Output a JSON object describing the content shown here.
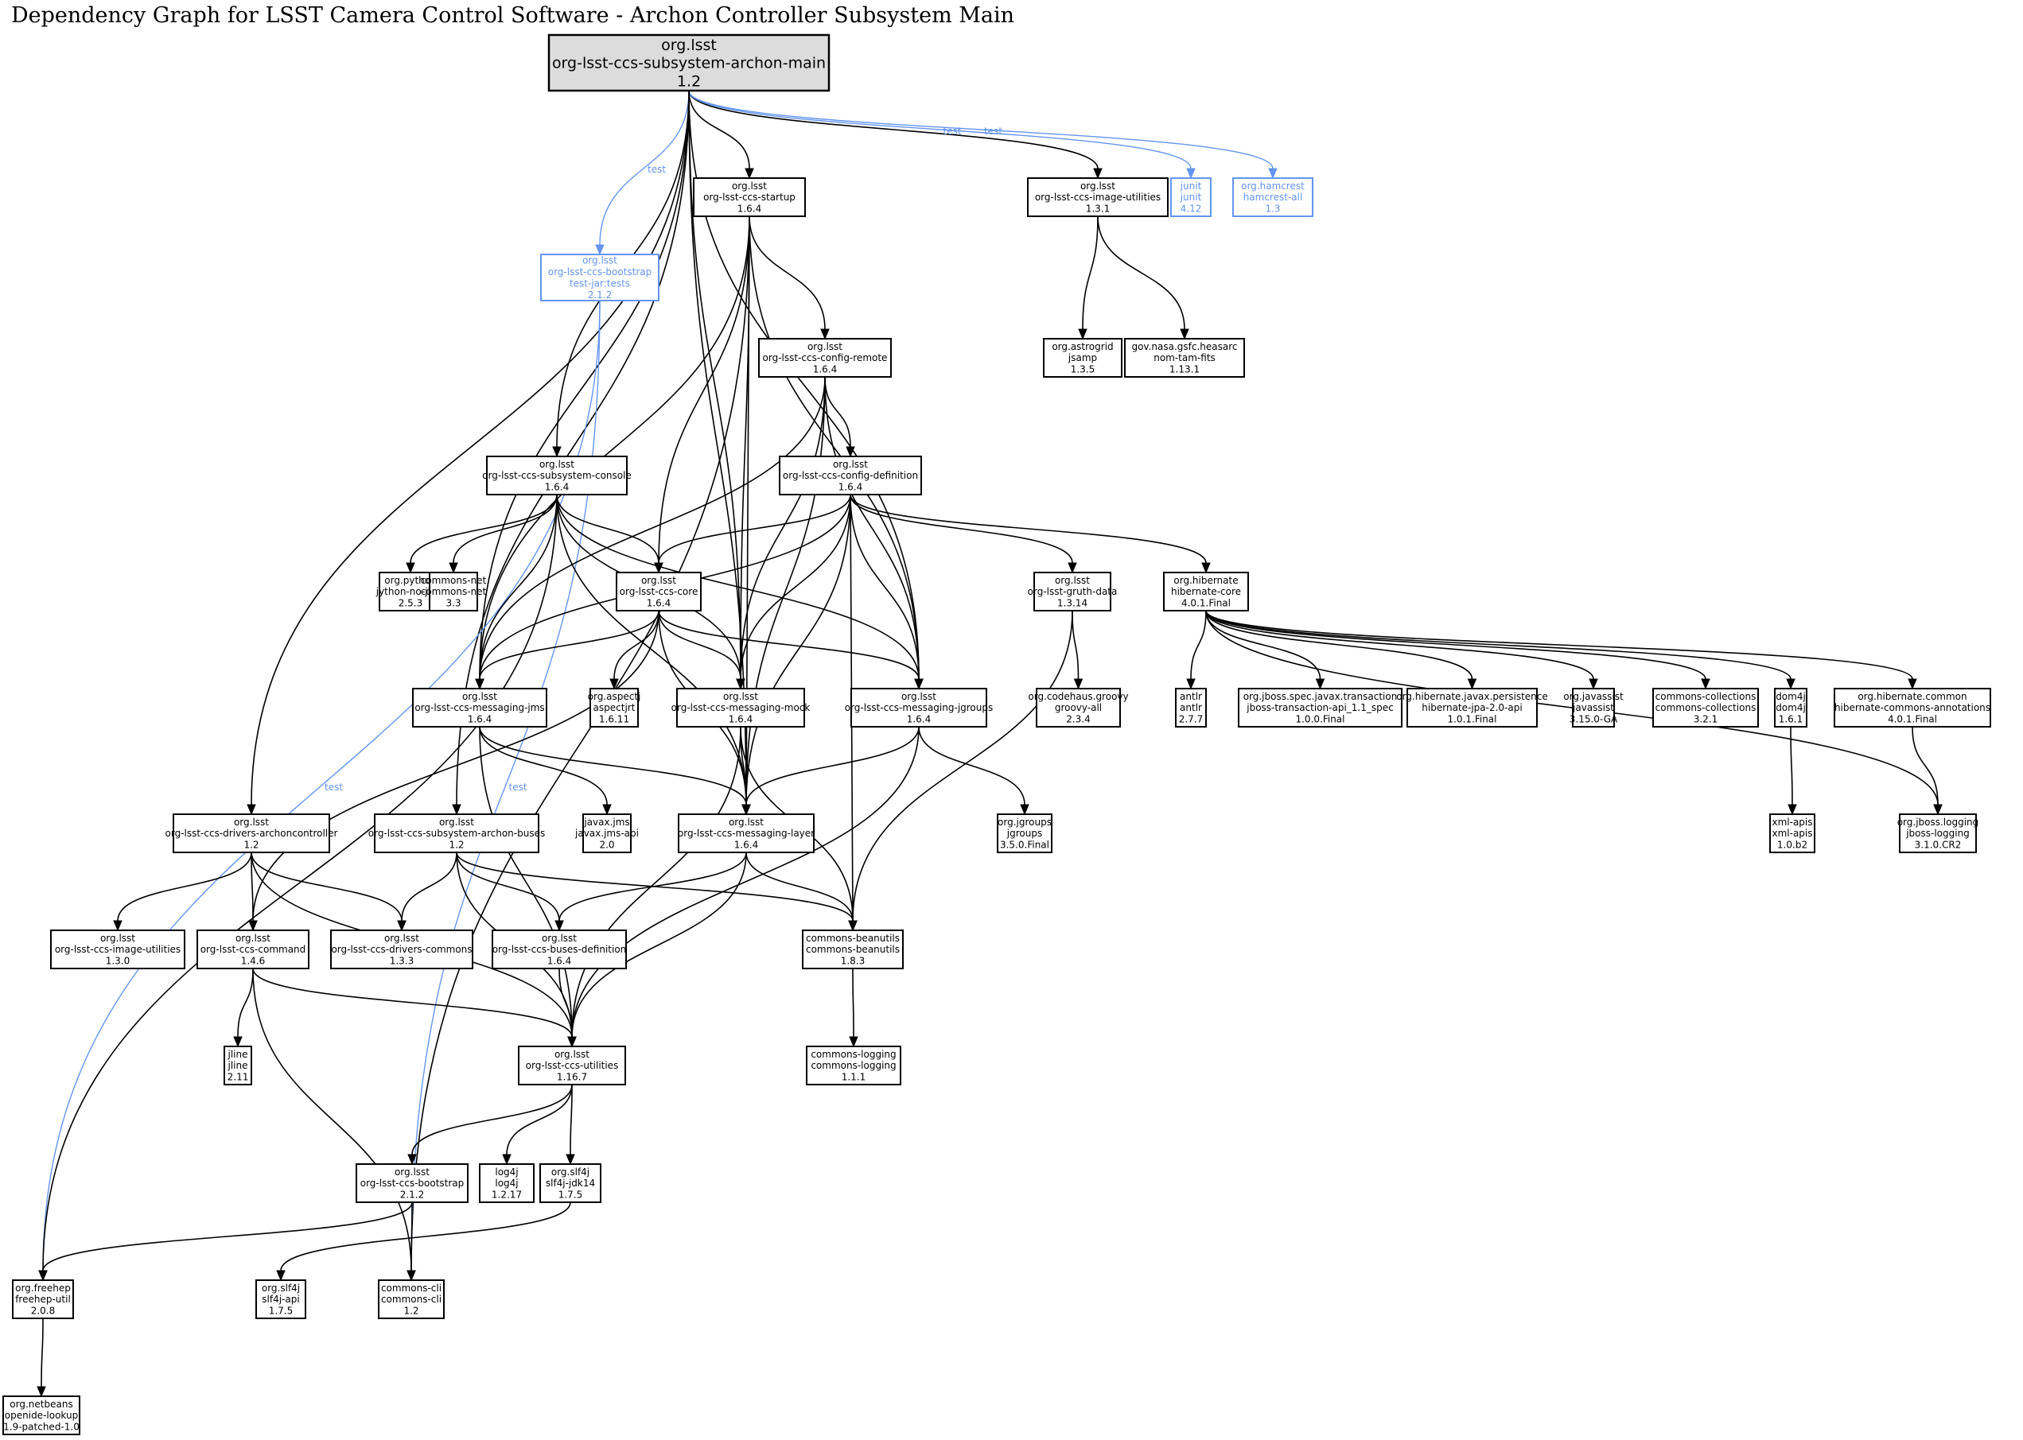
{
  "title": "Dependency Graph for LSST Camera Control Software - Archon Controller Subsystem Main",
  "colors": {
    "edge": "#000000",
    "test_edge": "#6495ed",
    "root_fill": "#dcdcdc",
    "node_fill": "#ffffff"
  },
  "nodes": [
    {
      "id": "main",
      "lines": [
        "org.lsst",
        "org-lsst-ccs-subsystem-archon-main",
        "1.2"
      ],
      "kind": "root"
    },
    {
      "id": "startup",
      "lines": [
        "org.lsst",
        "org-lsst-ccs-startup",
        "1.6.4"
      ]
    },
    {
      "id": "imgutil131",
      "lines": [
        "org.lsst",
        "org-lsst-ccs-image-utilities",
        "1.3.1"
      ]
    },
    {
      "id": "junit",
      "lines": [
        "junit",
        "junit",
        "4.12"
      ],
      "kind": "test"
    },
    {
      "id": "hamcrest",
      "lines": [
        "org.hamcrest",
        "hamcrest-all",
        "1.3"
      ],
      "kind": "test"
    },
    {
      "id": "bootstraptest",
      "lines": [
        "org.lsst",
        "org-lsst-ccs-bootstrap",
        "test-jar:tests",
        "2.1.2"
      ],
      "kind": "test"
    },
    {
      "id": "jsamp",
      "lines": [
        "org.astrogrid",
        "jsamp",
        "1.3.5"
      ]
    },
    {
      "id": "nomtam",
      "lines": [
        "gov.nasa.gsfc.heasarc",
        "nom-tam-fits",
        "1.13.1"
      ]
    },
    {
      "id": "cfgremote",
      "lines": [
        "org.lsst",
        "org-lsst-ccs-config-remote",
        "1.6.4"
      ]
    },
    {
      "id": "console",
      "lines": [
        "org.lsst",
        "org-lsst-ccs-subsystem-console",
        "1.6.4"
      ]
    },
    {
      "id": "cfgdef",
      "lines": [
        "org.lsst",
        "org-lsst-ccs-config-definition",
        "1.6.4"
      ]
    },
    {
      "id": "jython",
      "lines": [
        "org.python",
        "jython-no-jline",
        "2.5.3"
      ]
    },
    {
      "id": "cnet",
      "lines": [
        "commons-net",
        "commons-net",
        "3.3"
      ]
    },
    {
      "id": "core",
      "lines": [
        "org.lsst",
        "org-lsst-ccs-core",
        "1.6.4"
      ]
    },
    {
      "id": "gruth",
      "lines": [
        "org.lsst",
        "org-lsst-gruth-data",
        "1.3.14"
      ]
    },
    {
      "id": "hibcore",
      "lines": [
        "org.hibernate",
        "hibernate-core",
        "4.0.1.Final"
      ]
    },
    {
      "id": "msgjms",
      "lines": [
        "org.lsst",
        "org-lsst-ccs-messaging-jms",
        "1.6.4"
      ]
    },
    {
      "id": "aspectj",
      "lines": [
        "org.aspectj",
        "aspectjrt",
        "1.6.11"
      ]
    },
    {
      "id": "msgmock",
      "lines": [
        "org.lsst",
        "org-lsst-ccs-messaging-mock",
        "1.6.4"
      ]
    },
    {
      "id": "msgjgroups",
      "lines": [
        "org.lsst",
        "org-lsst-ccs-messaging-jgroups",
        "1.6.4"
      ]
    },
    {
      "id": "groovy",
      "lines": [
        "org.codehaus.groovy",
        "groovy-all",
        "2.3.4"
      ]
    },
    {
      "id": "antlr",
      "lines": [
        "antlr",
        "antlr",
        "2.7.7"
      ]
    },
    {
      "id": "jbosstx",
      "lines": [
        "org.jboss.spec.javax.transaction",
        "jboss-transaction-api_1.1_spec",
        "1.0.0.Final"
      ]
    },
    {
      "id": "jpa",
      "lines": [
        "org.hibernate.javax.persistence",
        "hibernate-jpa-2.0-api",
        "1.0.1.Final"
      ]
    },
    {
      "id": "javassist",
      "lines": [
        "org.javassist",
        "javassist",
        "3.15.0-GA"
      ]
    },
    {
      "id": "ccoll",
      "lines": [
        "commons-collections",
        "commons-collections",
        "3.2.1"
      ]
    },
    {
      "id": "dom4j",
      "lines": [
        "dom4j",
        "dom4j",
        "1.6.1"
      ]
    },
    {
      "id": "hibann",
      "lines": [
        "org.hibernate.common",
        "hibernate-commons-annotations",
        "4.0.1.Final"
      ]
    },
    {
      "id": "driversarchon",
      "lines": [
        "org.lsst",
        "org-lsst-ccs-drivers-archoncontroller",
        "1.2"
      ]
    },
    {
      "id": "archonbuses",
      "lines": [
        "org.lsst",
        "org-lsst-ccs-subsystem-archon-buses",
        "1.2"
      ]
    },
    {
      "id": "jmsapi",
      "lines": [
        "javax.jms",
        "javax.jms-api",
        "2.0"
      ]
    },
    {
      "id": "msglayer",
      "lines": [
        "org.lsst",
        "org-lsst-ccs-messaging-layer",
        "1.6.4"
      ]
    },
    {
      "id": "jgroups",
      "lines": [
        "org.jgroups",
        "jgroups",
        "3.5.0.Final"
      ]
    },
    {
      "id": "xmlapis",
      "lines": [
        "xml-apis",
        "xml-apis",
        "1.0.b2"
      ]
    },
    {
      "id": "jbosslog",
      "lines": [
        "org.jboss.logging",
        "jboss-logging",
        "3.1.0.CR2"
      ]
    },
    {
      "id": "imgutil130",
      "lines": [
        "org.lsst",
        "org-lsst-ccs-image-utilities",
        "1.3.0"
      ]
    },
    {
      "id": "command",
      "lines": [
        "org.lsst",
        "org-lsst-ccs-command",
        "1.4.6"
      ]
    },
    {
      "id": "drvcommons",
      "lines": [
        "org.lsst",
        "org-lsst-ccs-drivers-commons",
        "1.3.3"
      ]
    },
    {
      "id": "busesdef",
      "lines": [
        "org.lsst",
        "org-lsst-ccs-buses-definition",
        "1.6.4"
      ]
    },
    {
      "id": "beanutils",
      "lines": [
        "commons-beanutils",
        "commons-beanutils",
        "1.8.3"
      ]
    },
    {
      "id": "jline",
      "lines": [
        "jline",
        "jline",
        "2.11"
      ]
    },
    {
      "id": "utilities",
      "lines": [
        "org.lsst",
        "org-lsst-ccs-utilities",
        "1.16.7"
      ]
    },
    {
      "id": "clogging",
      "lines": [
        "commons-logging",
        "commons-logging",
        "1.1.1"
      ]
    },
    {
      "id": "bootstrap",
      "lines": [
        "org.lsst",
        "org-lsst-ccs-bootstrap",
        "2.1.2"
      ]
    },
    {
      "id": "log4j",
      "lines": [
        "log4j",
        "log4j",
        "1.2.17"
      ]
    },
    {
      "id": "slf4jjdk",
      "lines": [
        "org.slf4j",
        "slf4j-jdk14",
        "1.7.5"
      ]
    },
    {
      "id": "freehep",
      "lines": [
        "org.freehep",
        "freehep-util",
        "2.0.8"
      ]
    },
    {
      "id": "slf4japi",
      "lines": [
        "org.slf4j",
        "slf4j-api",
        "1.7.5"
      ]
    },
    {
      "id": "ccli",
      "lines": [
        "commons-cli",
        "commons-cli",
        "1.2"
      ]
    },
    {
      "id": "openide",
      "lines": [
        "org.netbeans",
        "openide-lookup",
        "1.9-patched-1.0"
      ]
    }
  ],
  "edges": [
    {
      "from": "main",
      "to": "startup"
    },
    {
      "from": "main",
      "to": "imgutil131"
    },
    {
      "from": "main",
      "to": "junit",
      "label": "test"
    },
    {
      "from": "main",
      "to": "hamcrest",
      "label": "test"
    },
    {
      "from": "main",
      "to": "bootstraptest",
      "label": "test"
    },
    {
      "from": "main",
      "to": "console"
    },
    {
      "from": "main",
      "to": "driversarchon"
    },
    {
      "from": "main",
      "to": "archonbuses"
    },
    {
      "from": "main",
      "to": "msgjms"
    },
    {
      "from": "main",
      "to": "msgmock"
    },
    {
      "from": "main",
      "to": "msgjgroups"
    },
    {
      "from": "main",
      "to": "msglayer"
    },
    {
      "from": "startup",
      "to": "cfgremote"
    },
    {
      "from": "startup",
      "to": "core"
    },
    {
      "from": "startup",
      "to": "msgjms"
    },
    {
      "from": "startup",
      "to": "msgmock"
    },
    {
      "from": "startup",
      "to": "msgjgroups"
    },
    {
      "from": "startup",
      "to": "msglayer"
    },
    {
      "from": "startup",
      "to": "ccli"
    },
    {
      "from": "imgutil131",
      "to": "jsamp"
    },
    {
      "from": "imgutil131",
      "to": "nomtam"
    },
    {
      "from": "bootstraptest",
      "to": "freehep",
      "label": "test"
    },
    {
      "from": "bootstraptest",
      "to": "ccli",
      "label": "test"
    },
    {
      "from": "cfgremote",
      "to": "cfgdef"
    },
    {
      "from": "cfgremote",
      "to": "msgjms"
    },
    {
      "from": "cfgremote",
      "to": "msgmock"
    },
    {
      "from": "cfgremote",
      "to": "msgjgroups"
    },
    {
      "from": "cfgremote",
      "to": "msglayer"
    },
    {
      "from": "console",
      "to": "jython"
    },
    {
      "from": "console",
      "to": "cnet"
    },
    {
      "from": "console",
      "to": "core"
    },
    {
      "from": "console",
      "to": "msgjms"
    },
    {
      "from": "console",
      "to": "msgmock"
    },
    {
      "from": "console",
      "to": "msgjgroups"
    },
    {
      "from": "console",
      "to": "msglayer"
    },
    {
      "from": "console",
      "to": "freehep"
    },
    {
      "from": "cfgdef",
      "to": "core"
    },
    {
      "from": "cfgdef",
      "to": "gruth"
    },
    {
      "from": "cfgdef",
      "to": "hibcore"
    },
    {
      "from": "cfgdef",
      "to": "msgjms"
    },
    {
      "from": "cfgdef",
      "to": "msgmock"
    },
    {
      "from": "cfgdef",
      "to": "msgjgroups"
    },
    {
      "from": "cfgdef",
      "to": "msglayer"
    },
    {
      "from": "cfgdef",
      "to": "beanutils"
    },
    {
      "from": "core",
      "to": "aspectj"
    },
    {
      "from": "core",
      "to": "msgjms"
    },
    {
      "from": "core",
      "to": "msgmock"
    },
    {
      "from": "core",
      "to": "msgjgroups"
    },
    {
      "from": "core",
      "to": "msglayer"
    },
    {
      "from": "core",
      "to": "command"
    },
    {
      "from": "gruth",
      "to": "groovy"
    },
    {
      "from": "gruth",
      "to": "beanutils"
    },
    {
      "from": "hibcore",
      "to": "antlr"
    },
    {
      "from": "hibcore",
      "to": "jbosstx"
    },
    {
      "from": "hibcore",
      "to": "jpa"
    },
    {
      "from": "hibcore",
      "to": "javassist"
    },
    {
      "from": "hibcore",
      "to": "ccoll"
    },
    {
      "from": "hibcore",
      "to": "dom4j"
    },
    {
      "from": "hibcore",
      "to": "hibann"
    },
    {
      "from": "hibcore",
      "to": "jbosslog"
    },
    {
      "from": "msgjms",
      "to": "jmsapi"
    },
    {
      "from": "msgjms",
      "to": "msglayer"
    },
    {
      "from": "msgjms",
      "to": "utilities"
    },
    {
      "from": "msgmock",
      "to": "msglayer"
    },
    {
      "from": "msgmock",
      "to": "beanutils"
    },
    {
      "from": "msgmock",
      "to": "utilities"
    },
    {
      "from": "msgjgroups",
      "to": "msglayer"
    },
    {
      "from": "msgjgroups",
      "to": "jgroups"
    },
    {
      "from": "msgjgroups",
      "to": "utilities"
    },
    {
      "from": "dom4j",
      "to": "xmlapis"
    },
    {
      "from": "hibann",
      "to": "jbosslog"
    },
    {
      "from": "driversarchon",
      "to": "imgutil130"
    },
    {
      "from": "driversarchon",
      "to": "command"
    },
    {
      "from": "driversarchon",
      "to": "drvcommons"
    },
    {
      "from": "driversarchon",
      "to": "utilities"
    },
    {
      "from": "archonbuses",
      "to": "drvcommons"
    },
    {
      "from": "archonbuses",
      "to": "busesdef"
    },
    {
      "from": "archonbuses",
      "to": "beanutils"
    },
    {
      "from": "archonbuses",
      "to": "utilities"
    },
    {
      "from": "msglayer",
      "to": "busesdef"
    },
    {
      "from": "msglayer",
      "to": "beanutils"
    },
    {
      "from": "msglayer",
      "to": "utilities"
    },
    {
      "from": "command",
      "to": "jline"
    },
    {
      "from": "command",
      "to": "utilities"
    },
    {
      "from": "command",
      "to": "ccli"
    },
    {
      "from": "busesdef",
      "to": "utilities"
    },
    {
      "from": "beanutils",
      "to": "clogging"
    },
    {
      "from": "utilities",
      "to": "bootstrap"
    },
    {
      "from": "utilities",
      "to": "log4j"
    },
    {
      "from": "utilities",
      "to": "slf4jjdk"
    },
    {
      "from": "bootstrap",
      "to": "freehep"
    },
    {
      "from": "bootstrap",
      "to": "ccli"
    },
    {
      "from": "slf4jjdk",
      "to": "slf4japi"
    },
    {
      "from": "freehep",
      "to": "openide"
    }
  ]
}
